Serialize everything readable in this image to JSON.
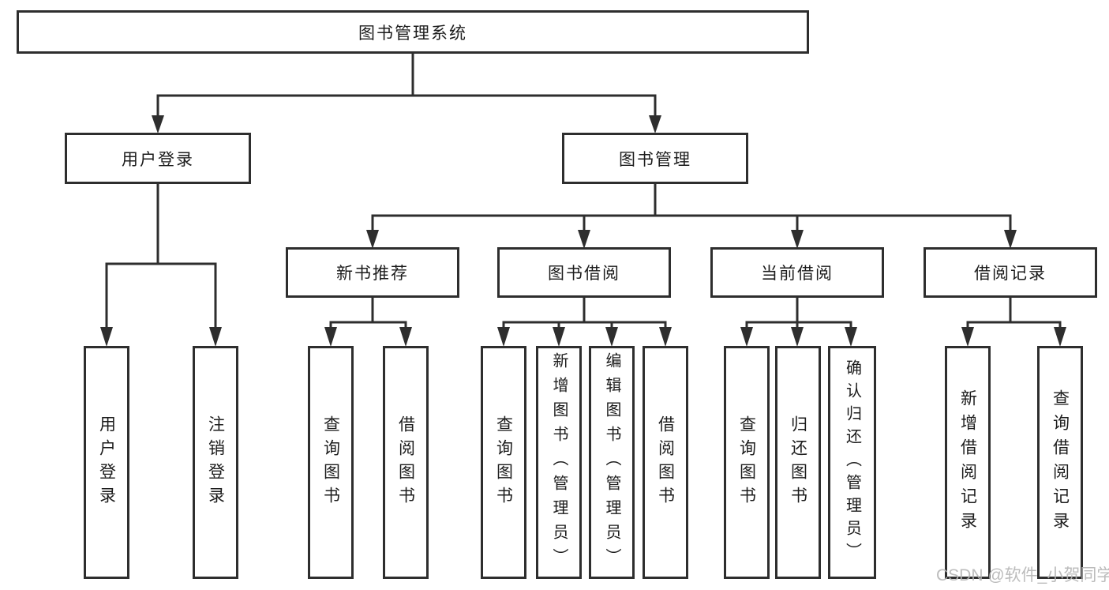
{
  "diagram": {
    "title": "图书管理系统",
    "type": "tree-hierarchy",
    "line_color": "#2e2e2e",
    "text_color": "#1c1c1c",
    "watermark": "CSDN @软件_小贺同学",
    "nodes": {
      "root": "图书管理系统",
      "user_login": "用户登录",
      "book_mgmt": "图书管理",
      "new_book_rec": "新书推荐",
      "book_borrowing": "图书借阅",
      "current_borrowing": "当前借阅",
      "borrowing_records": "借阅记录",
      "login": "用户登录",
      "logout": "注销登录",
      "nb_query_books": "查询图书",
      "nb_borrow_books": "借阅图书",
      "bb_query_books": "查询图书",
      "bb_add_books": "新增图书（管理员）",
      "bb_edit_books": "编辑图书（管理员）",
      "bb_borrow_books": "借阅图书",
      "cb_query_books": "查询图书",
      "cb_return_books": "归还图书",
      "cb_confirm_return": "确认归还（管理员）",
      "br_add_record": "新增借阅记录",
      "br_query_record": "查询借阅记录"
    },
    "structure": {
      "root": [
        "user_login",
        "book_mgmt"
      ],
      "user_login": [
        "login",
        "logout"
      ],
      "book_mgmt": [
        "new_book_rec",
        "book_borrowing",
        "current_borrowing",
        "borrowing_records"
      ],
      "new_book_rec": [
        "nb_query_books",
        "nb_borrow_books"
      ],
      "book_borrowing": [
        "bb_query_books",
        "bb_add_books",
        "bb_edit_books",
        "bb_borrow_books"
      ],
      "current_borrowing": [
        "cb_query_books",
        "cb_return_books",
        "cb_confirm_return"
      ],
      "borrowing_records": [
        "br_add_record",
        "br_query_record"
      ]
    }
  }
}
